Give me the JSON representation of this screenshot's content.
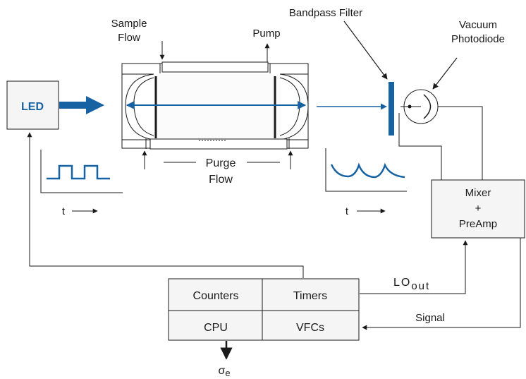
{
  "labels": {
    "sample_flow_line1": "Sample",
    "sample_flow_line2": "Flow",
    "pump": "Pump",
    "bandpass_filter": "Bandpass Filter",
    "vacuum_photodiode_line1": "Vacuum",
    "vacuum_photodiode_line2": "Photodiode",
    "led": "LED",
    "purge_flow_line1": "Purge",
    "purge_flow_line2": "Flow",
    "mixer_line1": "Mixer",
    "mixer_line2": "+",
    "mixer_line3": "PreAmp",
    "time_left": "t",
    "time_right": "t",
    "lo_out_main": "LO",
    "lo_out_sub": "out",
    "signal": "Signal",
    "counters": "Counters",
    "timers": "Timers",
    "cpu": "CPU",
    "vfcs": "VFCs",
    "sigma_main": "σ",
    "sigma_sub": "e"
  },
  "colors": {
    "accent_blue": "#1762a3",
    "line": "#1a1a1a",
    "box_fill": "#f5f5f5"
  }
}
